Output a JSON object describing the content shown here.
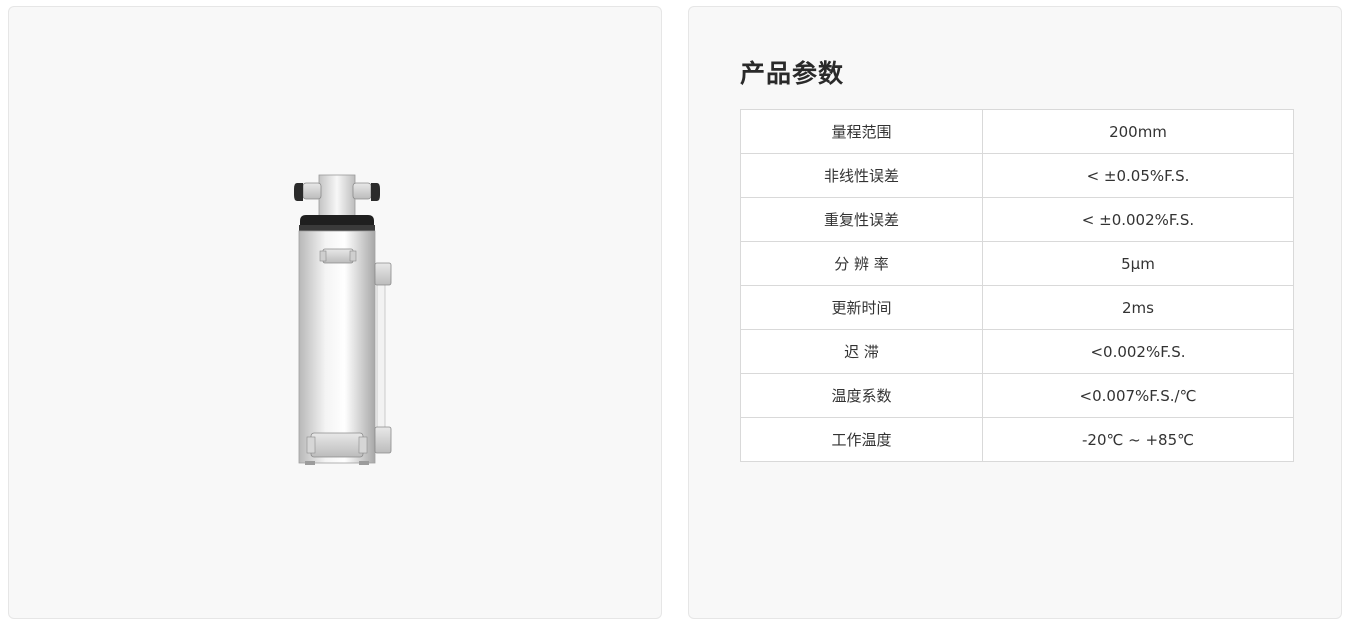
{
  "product": {
    "image_icon": "linear-displacement-sensor-cylinder-icon"
  },
  "params": {
    "title": "产品参数",
    "rows": [
      {
        "label": "量程范围",
        "value": "200mm"
      },
      {
        "label": "非线性误差",
        "value": "< ±0.05%F.S."
      },
      {
        "label": "重复性误差",
        "value": "< ±0.002%F.S."
      },
      {
        "label": "分 辨 率",
        "value": "5μm"
      },
      {
        "label": "更新时间",
        "value": "2ms"
      },
      {
        "label": "迟 滞",
        "value": "<0.002%F.S."
      },
      {
        "label": "温度系数",
        "value": "<0.007%F.S./℃"
      },
      {
        "label": "工作温度",
        "value": "-20℃ ~ +85℃"
      }
    ]
  },
  "colors": {
    "panel_bg": "#f8f8f8",
    "border": "#d9d9d9",
    "title": "#2a2a2a"
  }
}
